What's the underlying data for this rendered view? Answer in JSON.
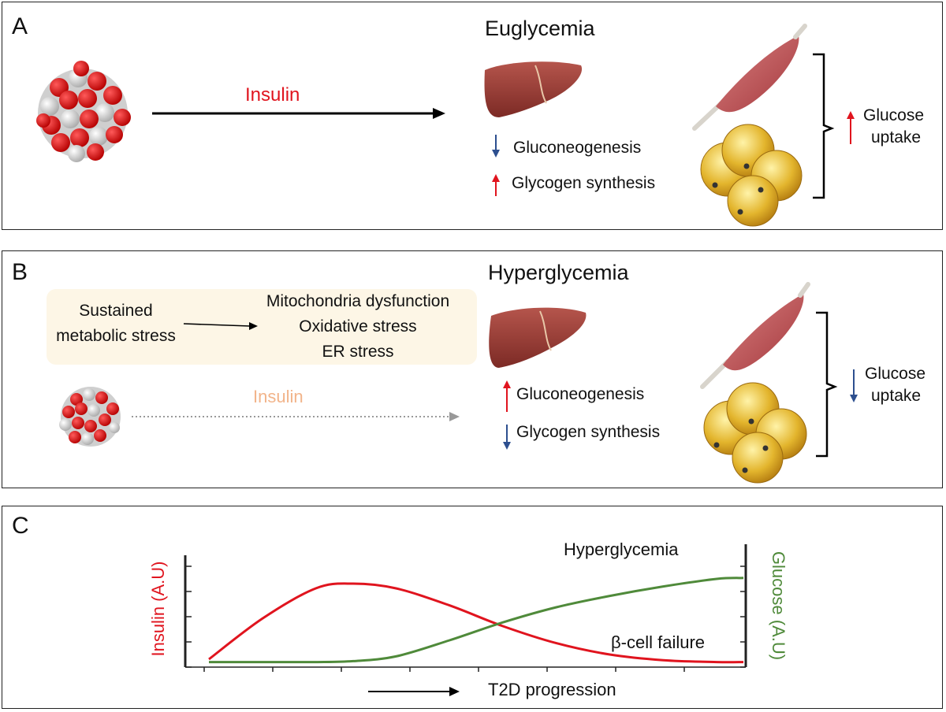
{
  "panel_a": {
    "label": "A",
    "title": "Euglycemia",
    "arrow_label": "Insulin",
    "liver_effects": [
      "Gluconeogenesis",
      "Glycogen synthesis"
    ],
    "uptake_label_1": "Glucose",
    "uptake_label_2": "uptake"
  },
  "panel_b": {
    "label": "B",
    "title": "Hyperglycemia",
    "stress_cause_1": "Sustained",
    "stress_cause_2": "metabolic stress",
    "stress_effects": [
      "Mitochondria dysfunction",
      "Oxidative stress",
      "ER stress"
    ],
    "arrow_label": "Insulin",
    "liver_effects": [
      "Gluconeogenesis",
      "Glycogen synthesis"
    ],
    "uptake_label_1": "Glucose",
    "uptake_label_2": "uptake"
  },
  "panel_c": {
    "label": "C",
    "y_left_label": "Insulin (A.U)",
    "y_right_label": "Glucose (A.U)",
    "x_label": "T2D progression",
    "annotation_top": "Hyperglycemia",
    "annotation_bottom": "β-cell failure"
  },
  "colors": {
    "insulin_red": "#e0141e",
    "insulin_faded": "#f2b48a",
    "glucose_green": "#4f8a3a",
    "down_blue": "#2d4f8f",
    "up_red": "#e0141e",
    "stress_box": "#fdf6e6"
  },
  "chart_data": {
    "type": "line",
    "xlabel": "T2D progression",
    "ylabel": "Insulin (A.U)",
    "y2label": "Glucose (A.U)",
    "x": [
      0,
      0.1,
      0.2,
      0.27,
      0.35,
      0.45,
      0.55,
      0.65,
      0.75,
      0.85,
      0.95,
      1.0
    ],
    "series": [
      {
        "name": "Insulin (A.U)",
        "values": [
          0.05,
          0.48,
          0.8,
          0.85,
          0.8,
          0.62,
          0.4,
          0.22,
          0.1,
          0.04,
          0.02,
          0.02
        ]
      },
      {
        "name": "Glucose (A.U)",
        "values": [
          0.02,
          0.02,
          0.02,
          0.03,
          0.08,
          0.25,
          0.44,
          0.6,
          0.72,
          0.82,
          0.9,
          0.91
        ]
      }
    ]
  }
}
